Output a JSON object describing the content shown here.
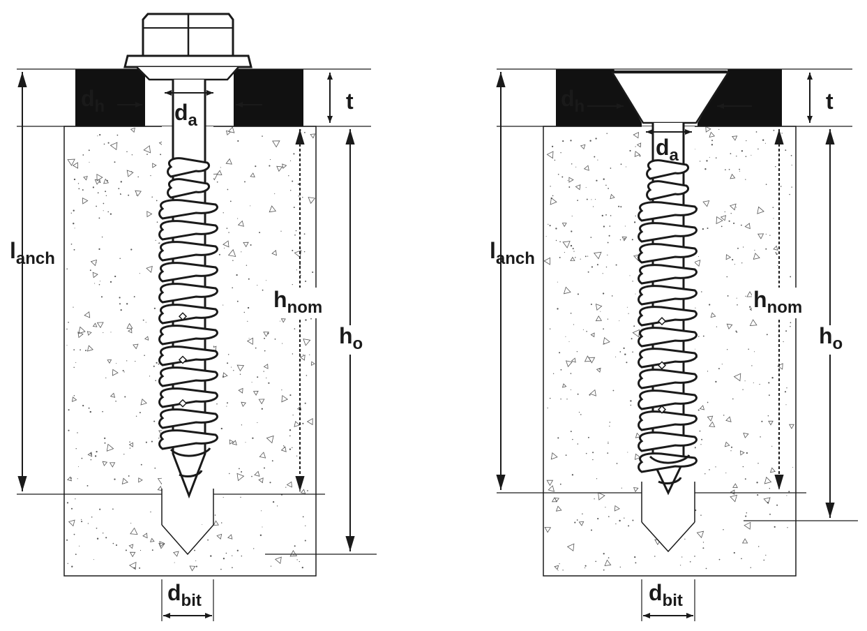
{
  "diagrams": [
    {
      "name": "hex-head-screw-anchor",
      "labels": {
        "dh": {
          "main": "d",
          "sub": "h"
        },
        "da": {
          "main": "d",
          "sub": "a"
        },
        "t": {
          "main": "t",
          "sub": ""
        },
        "lanch": {
          "main": "l",
          "sub": "anch"
        },
        "hnom": {
          "main": "h",
          "sub": "nom"
        },
        "ho": {
          "main": "h",
          "sub": "o"
        },
        "dbit": {
          "main": "d",
          "sub": "bit"
        }
      }
    },
    {
      "name": "countersunk-screw-anchor",
      "labels": {
        "dh": {
          "main": "d",
          "sub": "h"
        },
        "da": {
          "main": "d",
          "sub": "a"
        },
        "t": {
          "main": "t",
          "sub": ""
        },
        "lanch": {
          "main": "l",
          "sub": "anch"
        },
        "hnom": {
          "main": "h",
          "sub": "nom"
        },
        "ho": {
          "main": "h",
          "sub": "o"
        },
        "dbit": {
          "main": "d",
          "sub": "bit"
        }
      }
    }
  ],
  "colors": {
    "ink": "#1a1a1a",
    "fixture": "#111111",
    "concrete_speckle": "#555555",
    "background": "#ffffff"
  }
}
